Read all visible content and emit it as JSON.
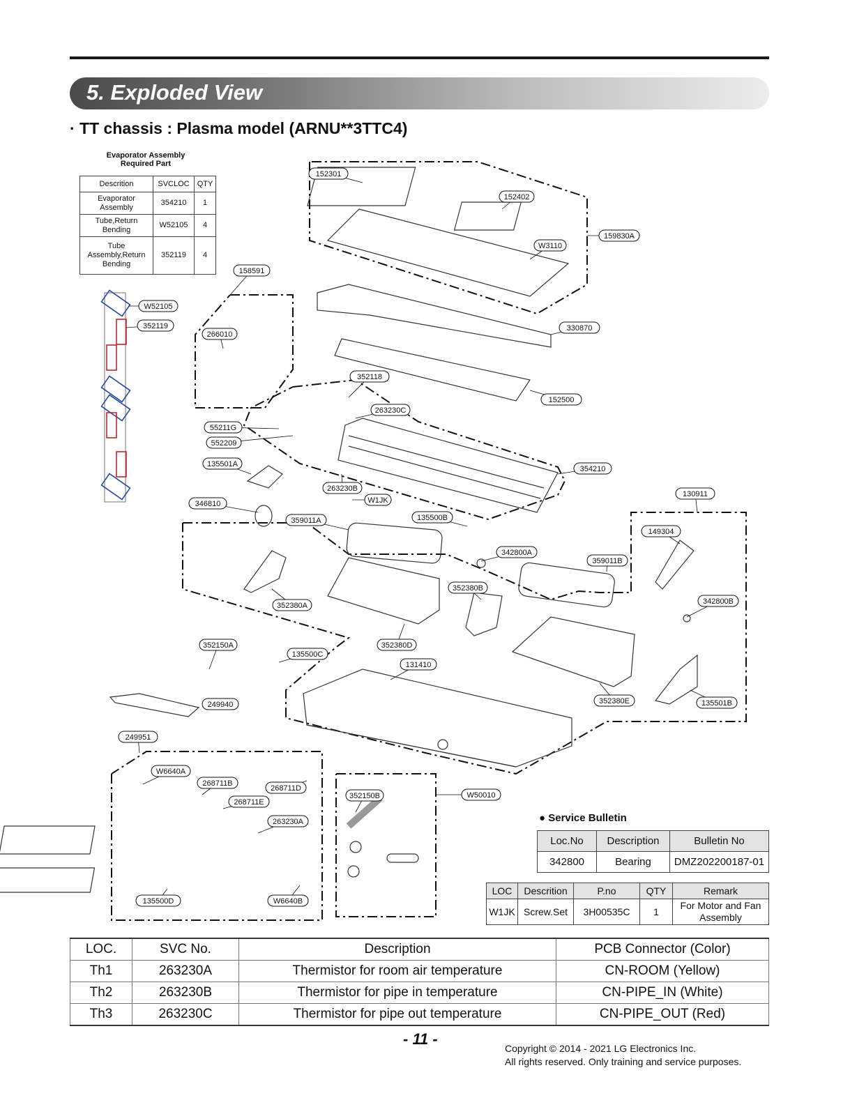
{
  "header": {
    "section_title": "5. Exploded View",
    "subtitle": "· TT chassis : Plasma model (ARNU**3TTC4)"
  },
  "evaporator_table": {
    "caption_line1": "Evaporator Assembly",
    "caption_line2": "Required Part",
    "headers": [
      "Descrition",
      "SVCLOC",
      "QTY"
    ],
    "rows": [
      [
        "Evaporator Assembly",
        "354210",
        "1"
      ],
      [
        "Tube,Return Bending",
        "W52105",
        "4"
      ],
      [
        "Tube Assembly,Return Bending",
        "352119",
        "4"
      ]
    ]
  },
  "callouts": {
    "c152301": "152301",
    "c152402": "152402",
    "c159830A": "159830A",
    "cW3110": "W3110",
    "c158591": "158591",
    "cW52105": "W52105",
    "c352119": "352119",
    "c266010": "266010",
    "c330870": "330870",
    "c352118": "352118",
    "c263230C": "263230C",
    "c152500": "152500",
    "c55211G": "55211G",
    "c552209": "552209",
    "c135501A": "135501A",
    "c354210": "354210",
    "c263230B": "263230B",
    "cW1JK": "W1JK",
    "c346810": "346810",
    "c359011A": "359011A",
    "c135500B": "135500B",
    "c130911": "130911",
    "c149304": "149304",
    "c342800A": "342800A",
    "c359011B": "359011B",
    "c352380B": "352380B",
    "c342800B": "342800B",
    "c352380A": "352380A",
    "c352380D": "352380D",
    "c352150A": "352150A",
    "c135500C": "135500C",
    "c131410": "131410",
    "c249940": "249940",
    "c352380E": "352380E",
    "c135501B": "135501B",
    "c249951": "249951",
    "cW6640A": "W6640A",
    "c268711B": "268711B",
    "c268711D": "268711D",
    "c268711E": "268711E",
    "c263230A": "263230A",
    "c135500D": "135500D",
    "cW6640B": "W6640B",
    "c352150B": "352150B",
    "cW50010": "W50010"
  },
  "service_bulletin": {
    "title": "● Service Bulletin",
    "headers": [
      "Loc.No",
      "Description",
      "Bulletin No"
    ],
    "rows": [
      [
        "342800",
        "Bearing",
        "DMZ202200187-01"
      ]
    ]
  },
  "screw_table": {
    "headers": [
      "LOC",
      "Descrition",
      "P.no",
      "QTY",
      "Remark"
    ],
    "rows": [
      [
        "W1JK",
        "Screw.Set",
        "3H00535C",
        "1",
        "For Motor and Fan Assembly"
      ]
    ]
  },
  "thermistor_table": {
    "headers": [
      "LOC.",
      "SVC No.",
      "Description",
      "PCB Connector (Color)"
    ],
    "rows": [
      [
        "Th1",
        "263230A",
        "Thermistor for room air temperature",
        "CN-ROOM (Yellow)"
      ],
      [
        "Th2",
        "263230B",
        "Thermistor for pipe in temperature",
        "CN-PIPE_IN (White)"
      ],
      [
        "Th3",
        "263230C",
        "Thermistor for pipe out temperature",
        "CN-PIPE_OUT (Red)"
      ]
    ]
  },
  "footer": {
    "page_number": "- 11 -",
    "copyright_line1": "Copyright © 2014 - 2021 LG Electronics Inc.",
    "copyright_line2": "All rights reserved. Only training and service purposes."
  }
}
